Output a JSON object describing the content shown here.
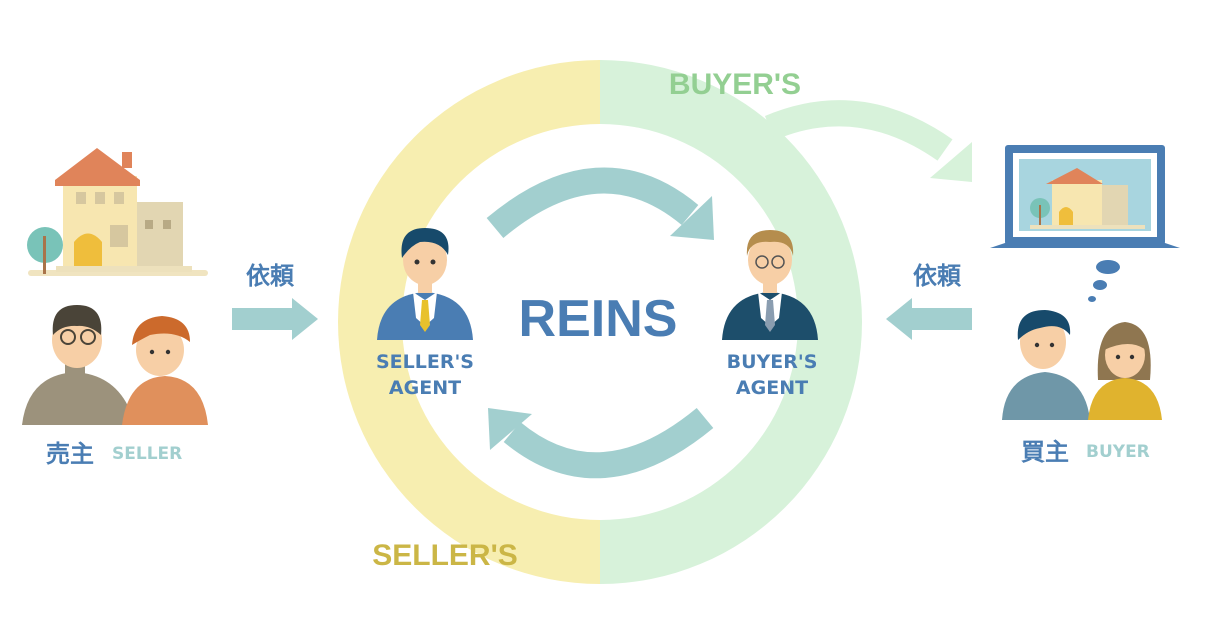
{
  "center_label": "REINS",
  "ring": {
    "buyers_label": "BUYER'S",
    "sellers_label": "SELLER'S"
  },
  "sellers_agent": {
    "line1": "SELLER'S",
    "line2": "AGENT"
  },
  "buyers_agent": {
    "line1": "BUYER'S",
    "line2": "AGENT"
  },
  "seller": {
    "jp": "売主",
    "en": "SELLER",
    "request": "依頼"
  },
  "buyer": {
    "jp": "買主",
    "en": "BUYER",
    "request": "依頼"
  },
  "colors": {
    "blue": "#4a7db3",
    "teal": "#a2cfcf",
    "yellow_ring": "#f7eeb0",
    "green_ring": "#d7f2da",
    "buyers_text": "#93cf92",
    "sellers_text": "#cbb646",
    "seller_en": "#a2cfcf"
  }
}
